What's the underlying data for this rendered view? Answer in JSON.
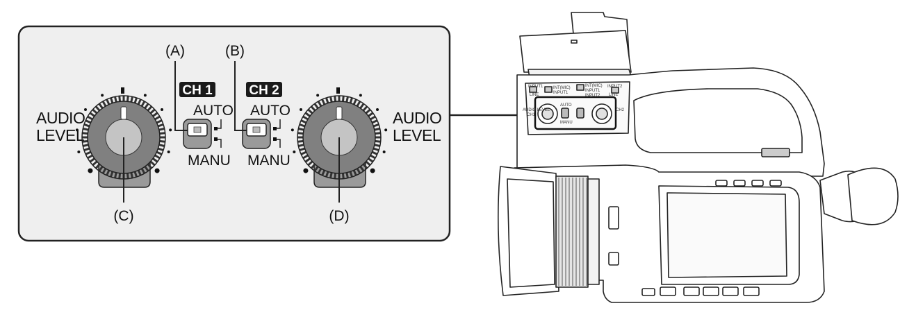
{
  "callouts": {
    "a": "(A)",
    "b": "(B)",
    "c": "(C)",
    "d": "(D)"
  },
  "channels": {
    "ch1": "CH 1",
    "ch2": "CH 2"
  },
  "switch_positions": {
    "auto": "AUTO",
    "manu": "MANU"
  },
  "knob_label": {
    "line1": "AUDIO",
    "line2": "LEVEL"
  },
  "camera_labels": {
    "input_top_left": "INPUT1",
    "int_mic": "INT(MIC)",
    "input1": "INPUT1",
    "line_left": "LINE",
    "int_mic_2": "INT(MIC)",
    "input1_b": "INPUT1",
    "input2": "INPUT2",
    "input_top_right": "INPUT2",
    "line_right": "LINE",
    "audio_level_small": "AUDIO LEVEL",
    "ch1_small": "CH1",
    "ch2_small": "CH2",
    "auto_small": "AUTO",
    "manu_small": "MANU"
  },
  "colors": {
    "panel_bg": "#efefef",
    "label_bg": "#1a1a1a",
    "dial_fill": "#808080",
    "dial_center": "#c4c4c4",
    "dial_base": "#9a9a9a",
    "outline": "#222222"
  }
}
